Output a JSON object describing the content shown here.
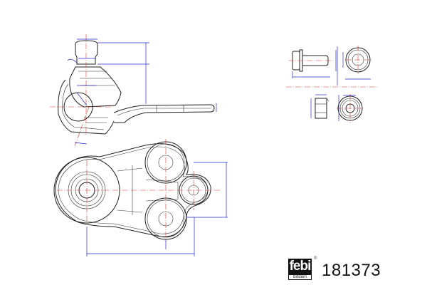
{
  "brand": {
    "logo_main": "febi",
    "logo_sub": "bilstein",
    "registered_mark": "®"
  },
  "part_number": "181373",
  "colors": {
    "outline": "#222222",
    "centerline": "#d9342b",
    "dimension": "#2a2ad0"
  }
}
